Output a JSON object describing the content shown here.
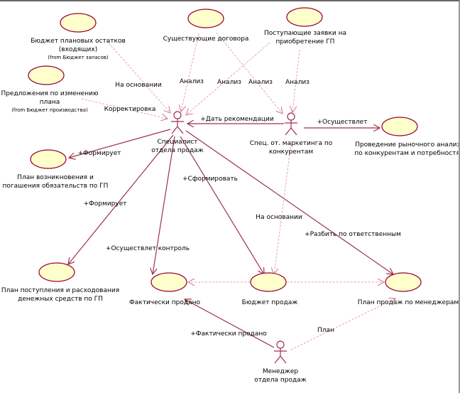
{
  "colors": {
    "usecase_fill": "#ffffcc",
    "usecase_stroke": "#990033",
    "association": "#a0304f",
    "dependency": "#e6a3b6"
  },
  "actors": [
    {
      "id": "specialist",
      "lines": [
        "Специалист",
        "отдела продаж"
      ]
    },
    {
      "id": "marketing",
      "lines": [
        "Спец. от. маркетинга по",
        "конкурентам"
      ]
    },
    {
      "id": "manager",
      "lines": [
        "Менеджер",
        "отдела продаж"
      ]
    }
  ],
  "use_cases": [
    {
      "id": "budget_rest",
      "lines": [
        "Бюджет плановых остатков",
        "(входящих)"
      ],
      "note": "(from Бюджет запасов)"
    },
    {
      "id": "contracts",
      "lines": [
        "Существующие договора"
      ]
    },
    {
      "id": "requests",
      "lines": [
        "Поступающие заявки на",
        "приобретение ГП"
      ]
    },
    {
      "id": "proposals",
      "lines": [
        "Предложения по изменению",
        "плана"
      ],
      "note": "(from Бюджет производства)"
    },
    {
      "id": "plan_obligations",
      "lines": [
        "План возникновения и",
        "погашения обязательств по ГП"
      ]
    },
    {
      "id": "plan_cash",
      "lines": [
        "План поступления и расходования",
        "денежных средств по ГП"
      ]
    },
    {
      "id": "actual_sold",
      "lines": [
        "Фактически продано"
      ]
    },
    {
      "id": "sales_budget",
      "lines": [
        "Бюджет продаж"
      ]
    },
    {
      "id": "plan_managers",
      "lines": [
        "План продаж по менеджерам"
      ]
    },
    {
      "id": "market_analysis",
      "lines": [
        "Проведение рыночного анализа",
        "по конкурентам и потребностям"
      ]
    }
  ],
  "relations": [
    {
      "type": "dependency",
      "from": "budget_rest",
      "to": "specialist",
      "label": "На основании"
    },
    {
      "type": "dependency",
      "from": "proposals",
      "to": "specialist",
      "label": "Корректировка"
    },
    {
      "type": "dependency",
      "from": "contracts",
      "to": "specialist",
      "label": "Анализ"
    },
    {
      "type": "dependency",
      "from": "requests",
      "to": "specialist",
      "label": "Анализ"
    },
    {
      "type": "dependency",
      "from": "contracts",
      "to": "marketing",
      "label": "Анализ"
    },
    {
      "type": "dependency",
      "from": "requests",
      "to": "marketing",
      "label": "Анализ"
    },
    {
      "type": "association",
      "from": "marketing",
      "to": "specialist",
      "label": "+Дать рекомендации"
    },
    {
      "type": "association",
      "from": "marketing",
      "to": "market_analysis",
      "label": "+Осуществлет"
    },
    {
      "type": "association",
      "from": "specialist",
      "to": "plan_obligations",
      "label": "+Формирует"
    },
    {
      "type": "association",
      "from": "specialist",
      "to": "plan_cash",
      "label": "+Формирует"
    },
    {
      "type": "association",
      "from": "specialist",
      "to": "actual_sold",
      "label": "+Осуществлет контроль"
    },
    {
      "type": "association",
      "from": "specialist",
      "to": "sales_budget",
      "label": "+Сформировать"
    },
    {
      "type": "association",
      "from": "specialist",
      "to": "plan_managers",
      "label": "+Разбить по ответственным"
    },
    {
      "type": "dependency",
      "from": "marketing",
      "to": "sales_budget",
      "label": "На основании"
    },
    {
      "type": "dependency",
      "from": "sales_budget",
      "to": "actual_sold",
      "label": ""
    },
    {
      "type": "dependency",
      "from": "sales_budget",
      "to": "plan_managers",
      "label": ""
    },
    {
      "type": "association",
      "from": "manager",
      "to": "actual_sold",
      "label": "+Фактически продано"
    },
    {
      "type": "dependency",
      "from": "manager",
      "to": "plan_managers",
      "label": "План"
    }
  ]
}
